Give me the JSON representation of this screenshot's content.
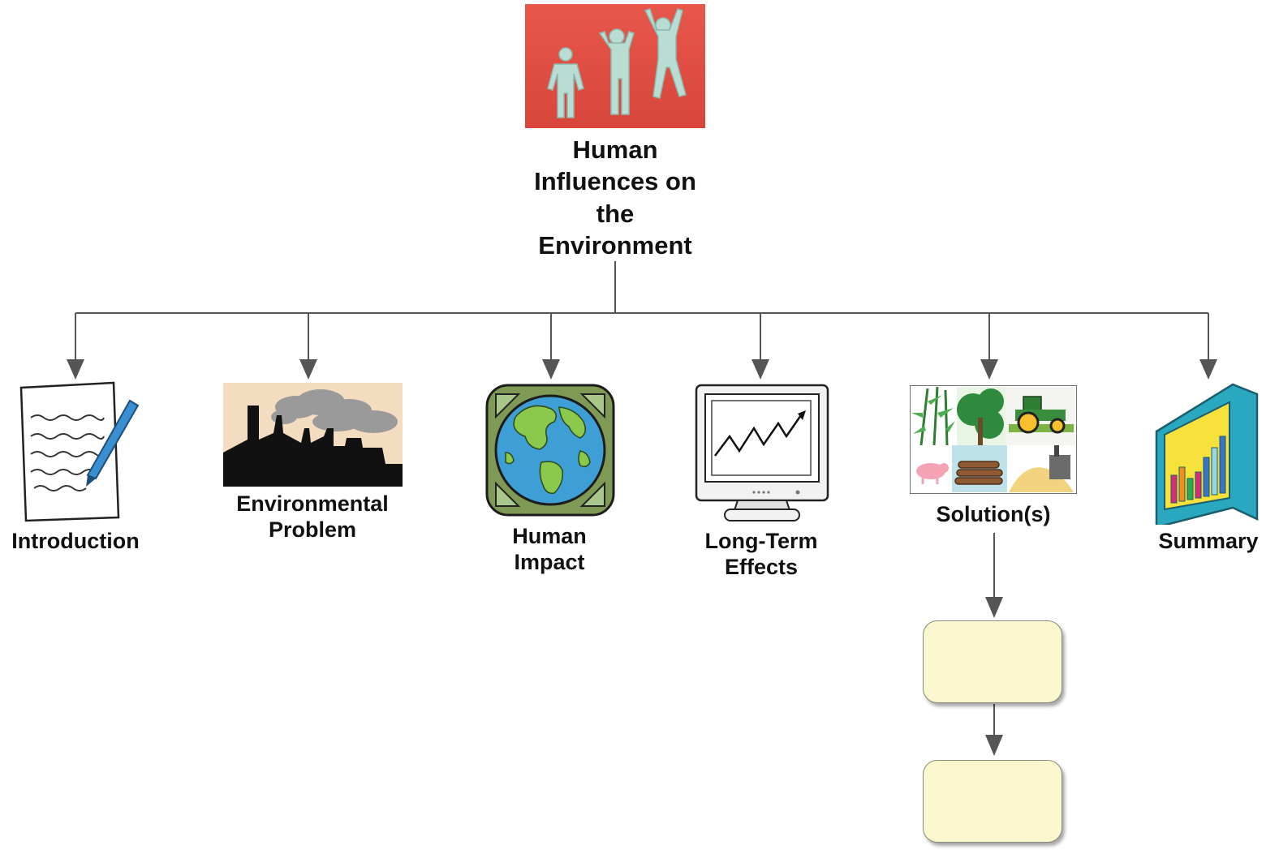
{
  "root": {
    "lines": [
      "Human",
      "Influences on",
      "the",
      "Environment"
    ],
    "icon": "people-jumping-icon",
    "colors": {
      "background": "#e24b40",
      "figure": "#b9ddd3"
    }
  },
  "children": [
    {
      "id": "introduction",
      "lines": [
        "Introduction"
      ],
      "icon": "writing-paper-icon"
    },
    {
      "id": "environmental-problem",
      "lines": [
        "Environmental",
        "Problem"
      ],
      "icon": "factory-smoke-icon"
    },
    {
      "id": "human-impact",
      "lines": [
        "Human",
        "Impact"
      ],
      "icon": "globe-icon"
    },
    {
      "id": "long-term-effects",
      "lines": [
        "Long-Term",
        "Effects"
      ],
      "icon": "monitor-chart-icon"
    },
    {
      "id": "solutions",
      "lines": [
        "Solution(s)"
      ],
      "icon": "farm-collage-icon"
    },
    {
      "id": "summary",
      "lines": [
        "Summary"
      ],
      "icon": "bar-chart-folder-icon"
    }
  ],
  "solution_steps": [
    {
      "id": "step-1",
      "text": ""
    },
    {
      "id": "step-2",
      "text": ""
    }
  ],
  "colors": {
    "connector": "#555555",
    "box_fill": "#fbf7cf",
    "box_border": "#8a8a7a"
  }
}
